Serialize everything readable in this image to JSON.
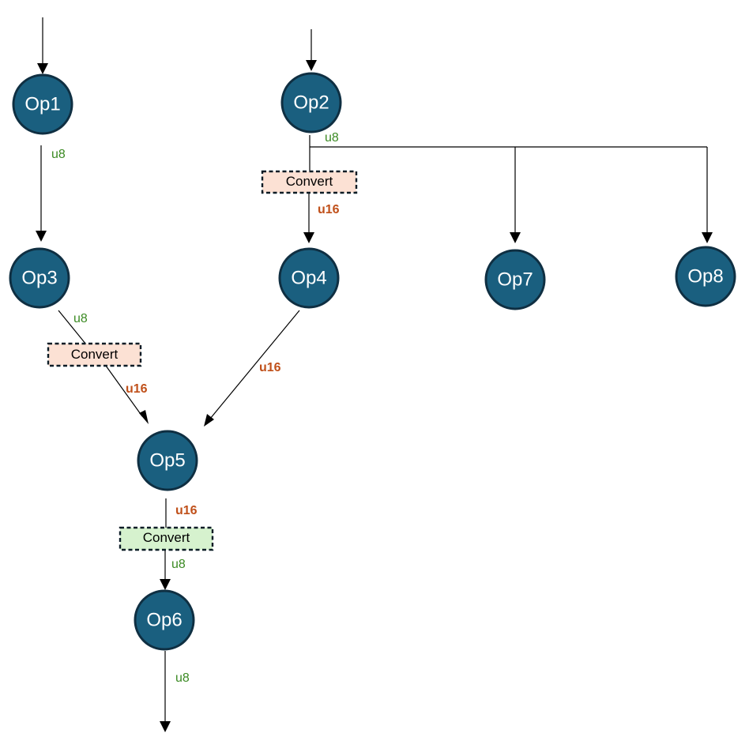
{
  "nodes": {
    "op1": "Op1",
    "op2": "Op2",
    "op3": "Op3",
    "op4": "Op4",
    "op5": "Op5",
    "op6": "Op6",
    "op7": "Op7",
    "op8": "Op8"
  },
  "converts": {
    "op2_to_op4": "Convert",
    "op3_to_op5": "Convert",
    "op5_to_op6": "Convert"
  },
  "edge_types": {
    "op1_to_op3": "u8",
    "op2_out": "u8",
    "op2_to_op4_converted": "u16",
    "op3_out": "u8",
    "op3_to_op5_converted": "u16",
    "op4_to_op5": "u16",
    "op5_out": "u16",
    "op5_to_op6_converted": "u8",
    "op6_out": "u8"
  },
  "colors": {
    "node_fill": "#1a5f7f",
    "u8_text": "#3b8a23",
    "u16_text": "#c0501a",
    "convert_to_u16_fill": "#fce1d4",
    "convert_to_u8_fill": "#d6f2ce"
  }
}
